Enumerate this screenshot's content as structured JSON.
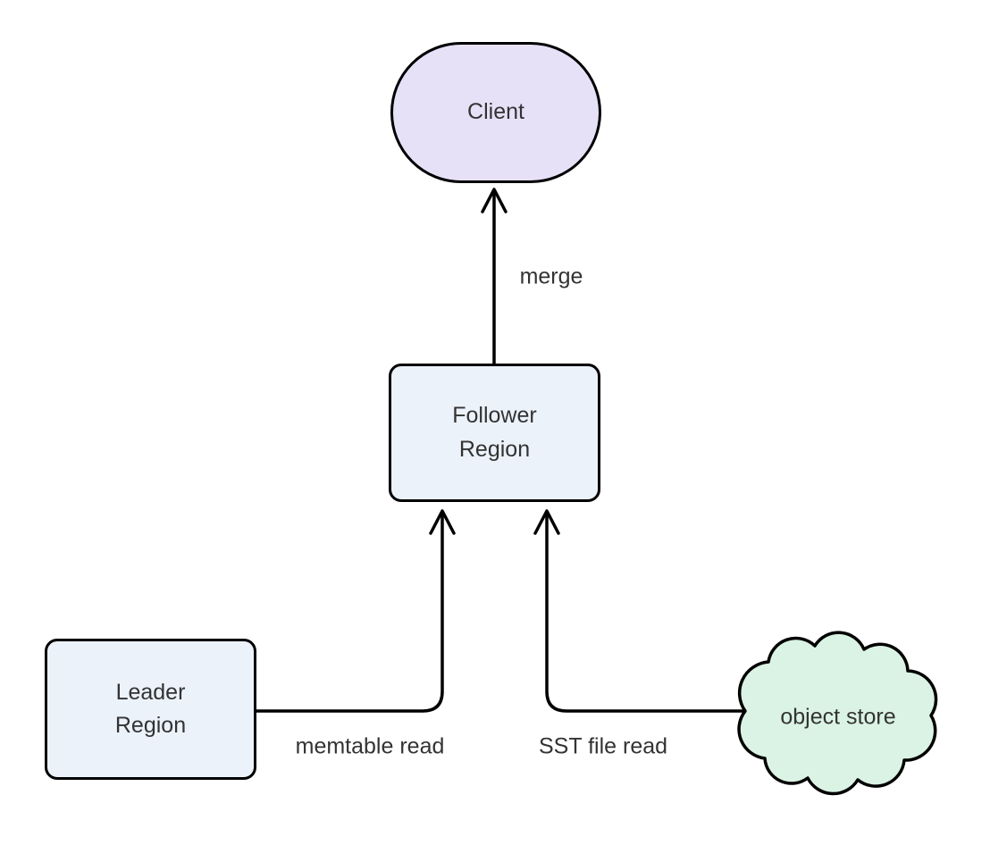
{
  "diagram": {
    "background_color": "#ffffff",
    "stroke_color": "#000000",
    "text_color": "#333333",
    "nodes": {
      "client": {
        "label": "Client",
        "shape": "stadium",
        "fill": "#E7E1F8"
      },
      "follower": {
        "label": "Follower\nRegion",
        "shape": "rounded-rect",
        "fill": "#ECF2FA"
      },
      "leader": {
        "label": "Leader\nRegion",
        "shape": "rounded-rect",
        "fill": "#ECF2FA"
      },
      "object_store": {
        "label": "object store",
        "shape": "cloud",
        "fill": "#DBF3E4"
      }
    },
    "edges": {
      "merge": {
        "from": "Follower Region",
        "to": "Client",
        "label": "merge"
      },
      "memtable": {
        "from": "Leader Region",
        "to": "Follower Region",
        "label": "memtable read"
      },
      "sst": {
        "from": "object store",
        "to": "Follower Region",
        "label": "SST file read"
      }
    }
  }
}
